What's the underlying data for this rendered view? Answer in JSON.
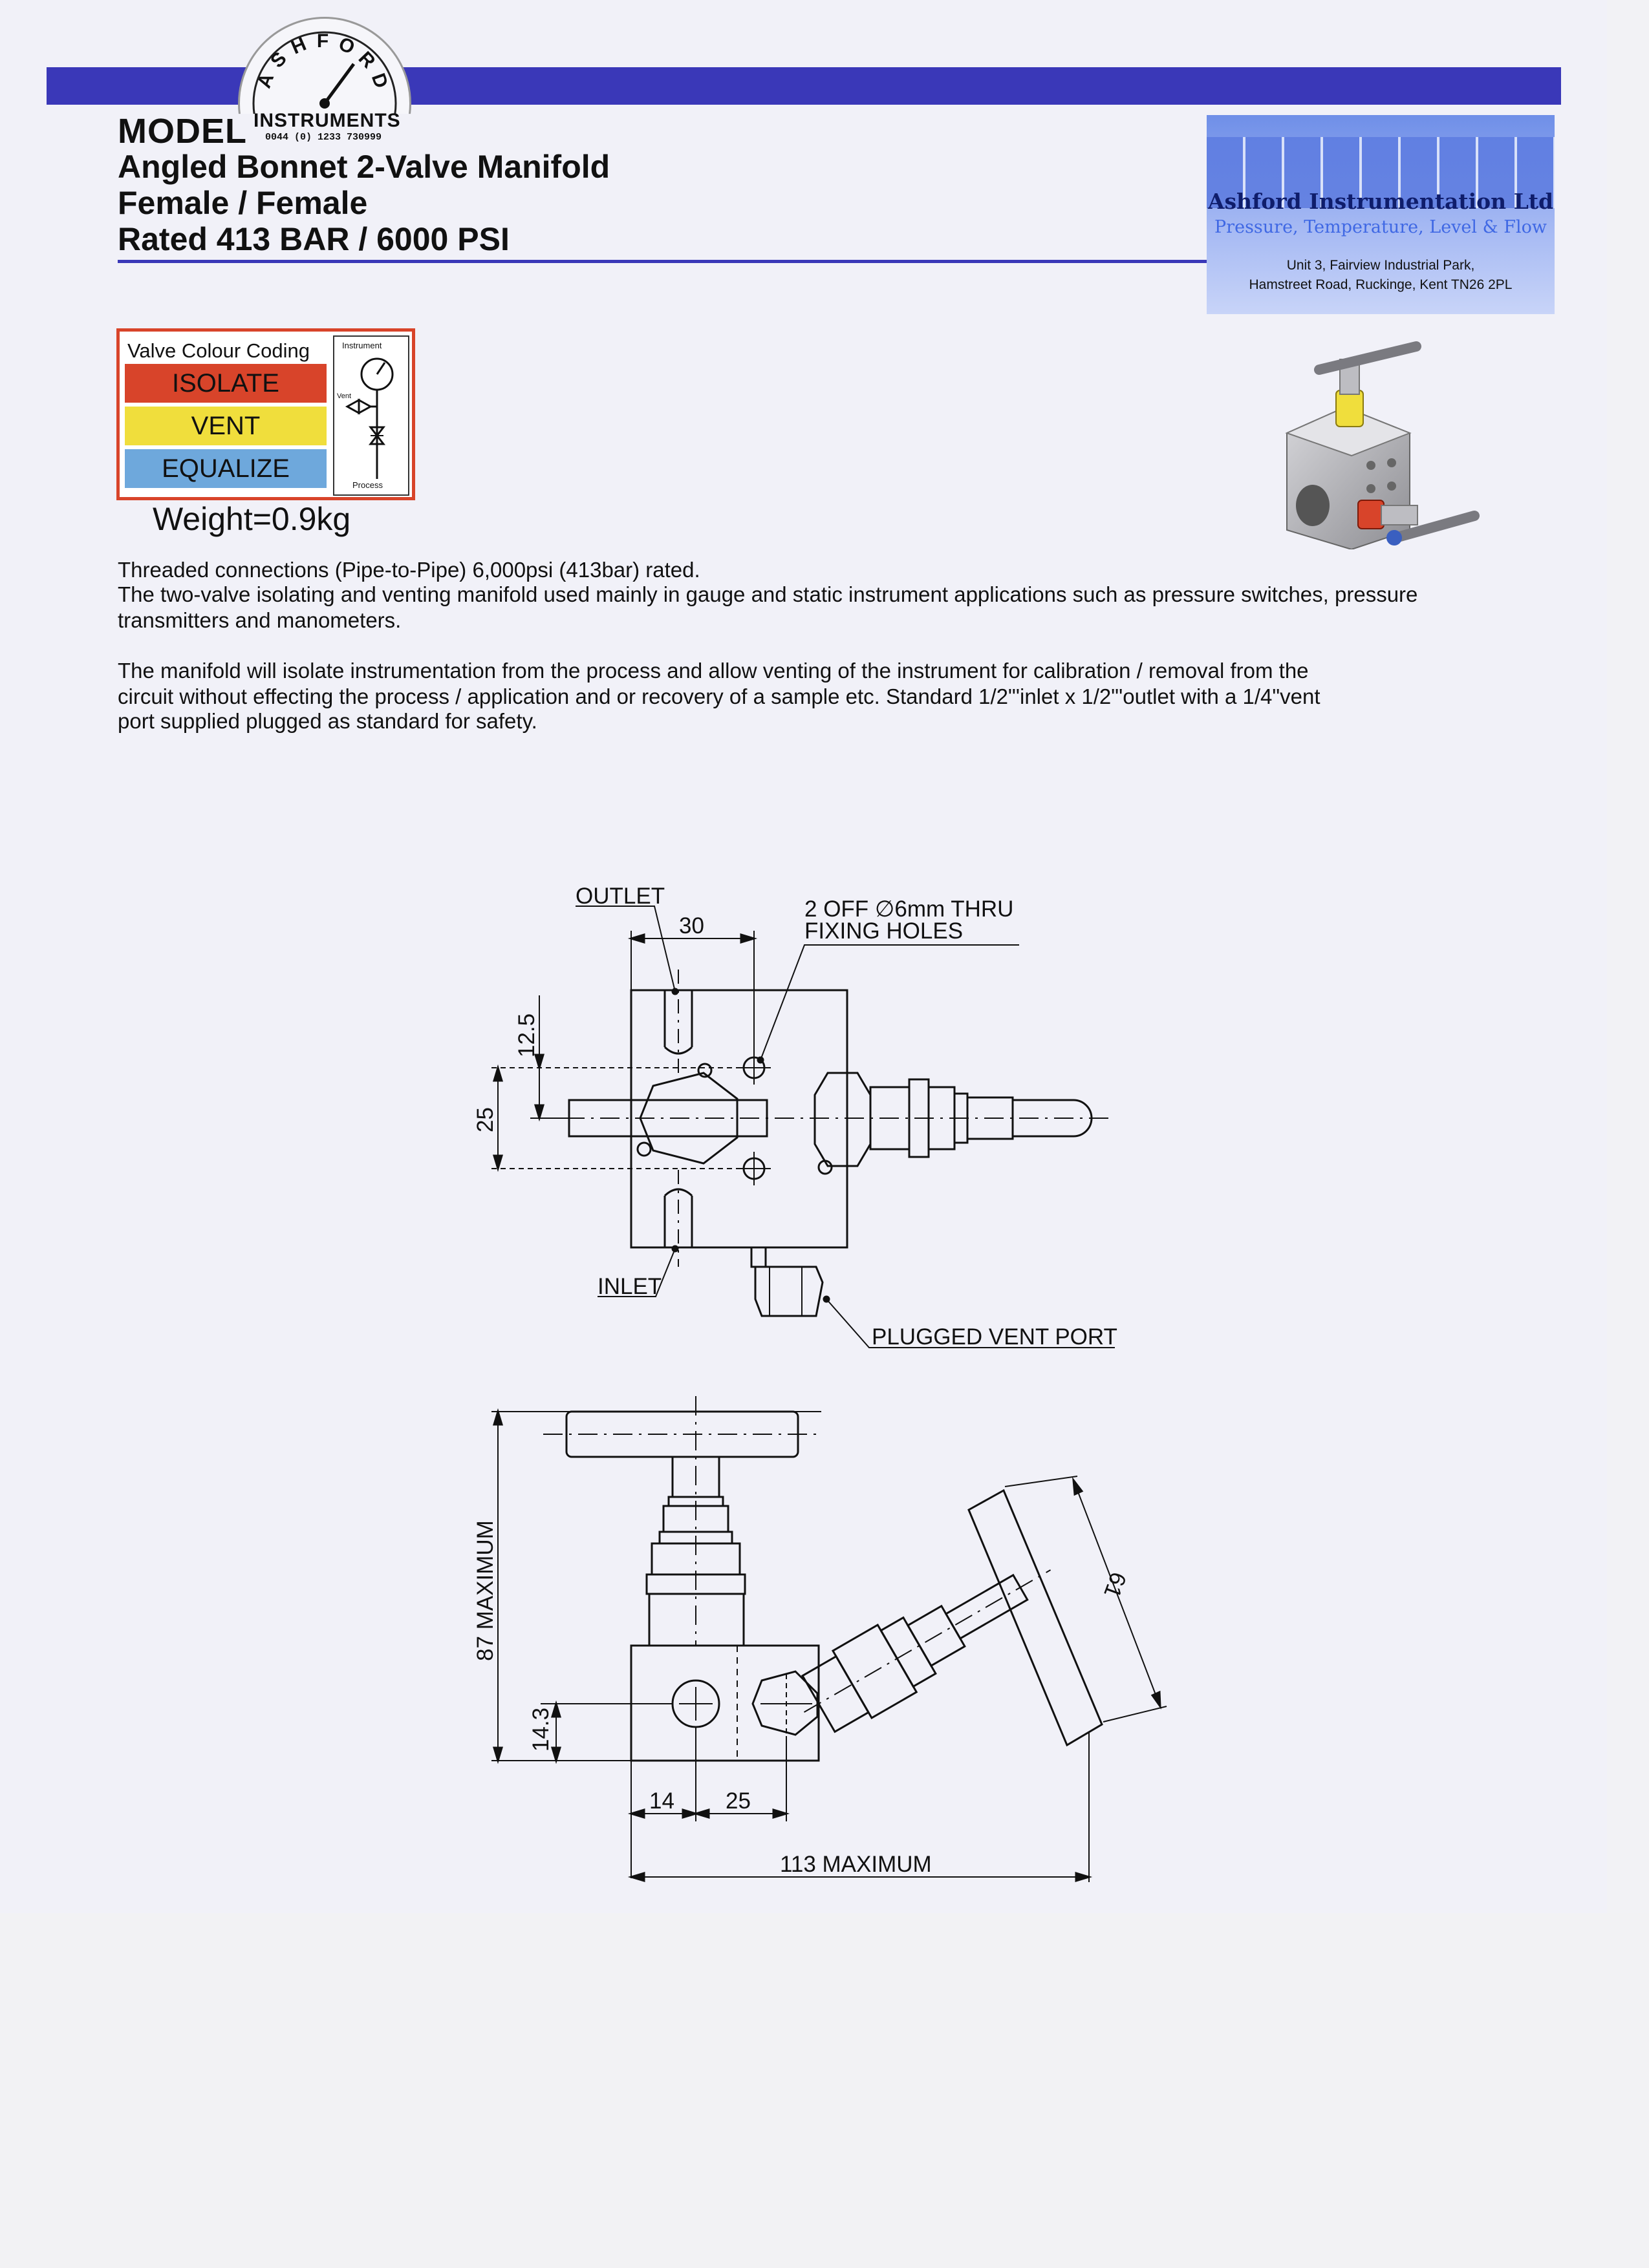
{
  "header": {
    "logo": {
      "ring_letters": "ASHFORD",
      "name": "INSTRUMENTS",
      "phone": "0044 (0) 1233 730999"
    },
    "model_label": "MODEL",
    "title_lines": [
      "Angled Bonnet 2-Valve Manifold",
      "Female / Female",
      "Rated 413 BAR / 6000 PSI"
    ],
    "accent_color": "#3a38b8"
  },
  "company": {
    "name": "Ashford Instrumentation Ltd",
    "tagline": "Pressure, Temperature, Level & Flow",
    "address_line1": "Unit 3, Fairview Industrial Park,",
    "address_line2": "Hamstreet Road, Ruckinge, Kent TN26 2PL"
  },
  "valve_coding": {
    "title": "Valve Colour Coding",
    "rows": [
      {
        "label": "ISOLATE",
        "color": "#d8442a"
      },
      {
        "label": "VENT",
        "color": "#f0de3c"
      },
      {
        "label": "EQUALIZE",
        "color": "#6ea8dc"
      }
    ],
    "schema_labels": {
      "instrument": "Instrument",
      "vent": "Vent",
      "process": "Process"
    },
    "border_color": "#d8442a"
  },
  "weight": "Weight=0.9kg",
  "description": {
    "line1": "Threaded connections (Pipe-to-Pipe) 6,000psi (413bar) rated.",
    "line2": "The two-valve isolating and venting manifold used mainly in gauge and static instrument applications such as pressure switches, pressure",
    "line3": "transmitters and manometers.",
    "line4": "The manifold will isolate instrumentation from the process and allow venting of the instrument for calibration / removal from the",
    "line5": "circuit without effecting the process / application and or recovery of a sample etc. Standard 1/2\"'inlet x 1/2\"'outlet with a 1/4\"vent",
    "line6": "port supplied plugged as standard for safety."
  },
  "drawing_top": {
    "outlet": "OUTLET",
    "dim_30": "30",
    "holes_line1": "2 OFF ∅6mm THRU",
    "holes_line2": "FIXING HOLES",
    "dim_12_5": "12.5",
    "dim_25": "25",
    "inlet": "INLET",
    "vent_port": "PLUGGED VENT PORT"
  },
  "drawing_bottom": {
    "dim_87": "87 MAXIMUM",
    "dim_14_3": "14.3",
    "dim_14": "14",
    "dim_25": "25",
    "dim_61": "61",
    "dim_113": "113 MAXIMUM"
  }
}
